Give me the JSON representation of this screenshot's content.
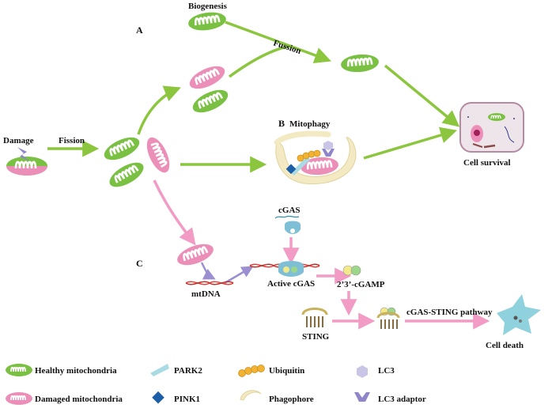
{
  "panels": {
    "a": "A",
    "b": "B",
    "c": "C"
  },
  "labels": {
    "biogenesis": "Biogenesis",
    "fussion": "Fussion",
    "damage": "Damage",
    "fission": "Fission",
    "mitophagy": "Mitophagy",
    "cell_survival": "Cell survival",
    "cgas": "cGAS",
    "active_cgas": "Active cGAS",
    "cgamp": "2’3’-cGAMP",
    "mtdna": "mtDNA",
    "sting": "STING",
    "pathway": "cGAS-STING pathway",
    "cell_death": "Cell death"
  },
  "legend": {
    "healthy": "Healthy mitochondria",
    "damaged": "Damaged mitochondria",
    "park2": "PARK2",
    "pink1": "PINK1",
    "ubiquitin": "Ubiquitin",
    "phagophore": "Phagophore",
    "lc3": "LC3",
    "lc3_adaptor": "LC3 adaptor"
  },
  "colors": {
    "healthy": "#7ac143",
    "damaged": "#ec8fb8",
    "arrow_green": "#8cc63f",
    "arrow_pink": "#f29bc4",
    "arrow_purple": "#9b8fd1",
    "park2": "#a9dbe4",
    "pink1": "#1b5fa8",
    "ubiquitin": "#f2b233",
    "phagophore": "#f3e9c2",
    "lc3": "#c9c5e6",
    "lc3_adaptor": "#8f86c9",
    "cgas": "#7fbfd6",
    "cell_death": "#8fd1dc"
  }
}
